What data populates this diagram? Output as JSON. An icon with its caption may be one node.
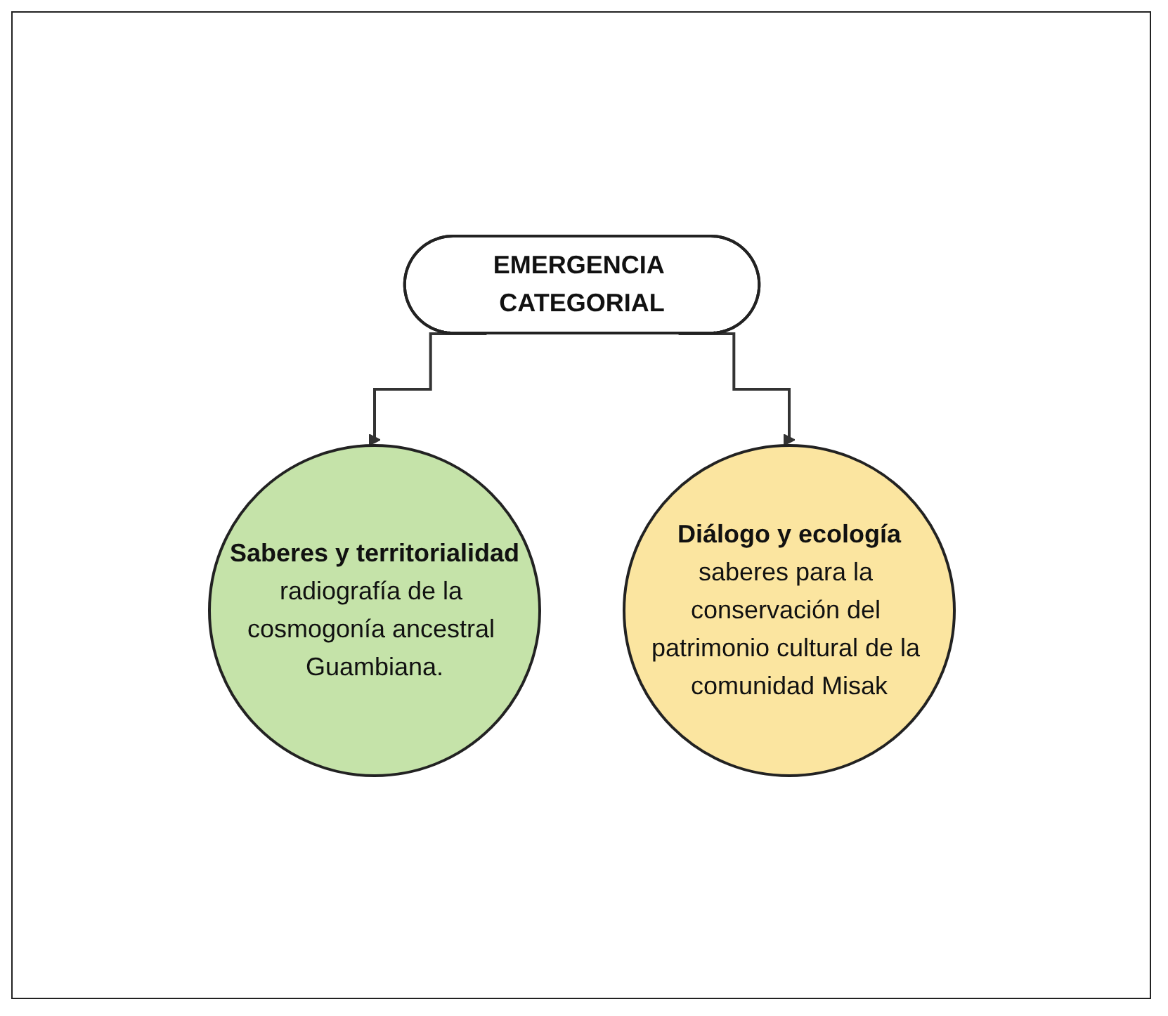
{
  "diagram": {
    "nodes": [
      {
        "text": [
          "EMERGENCIA CATEGORIAL"
        ]
      },
      {
        "text": [
          "Saberes y territorialidad",
          "radiografía de la cosmogonía ancestral Guambiana."
        ]
      },
      {
        "text": [
          "Diálogo y ecología",
          "saberes para la conservación del patrimonio cultural de la comunidad Misak"
        ]
      }
    ],
    "edges": [
      {
        "from": 0,
        "to": 1,
        "arrow": "to"
      },
      {
        "from": 0,
        "to": 2,
        "arrow": "to"
      }
    ]
  }
}
